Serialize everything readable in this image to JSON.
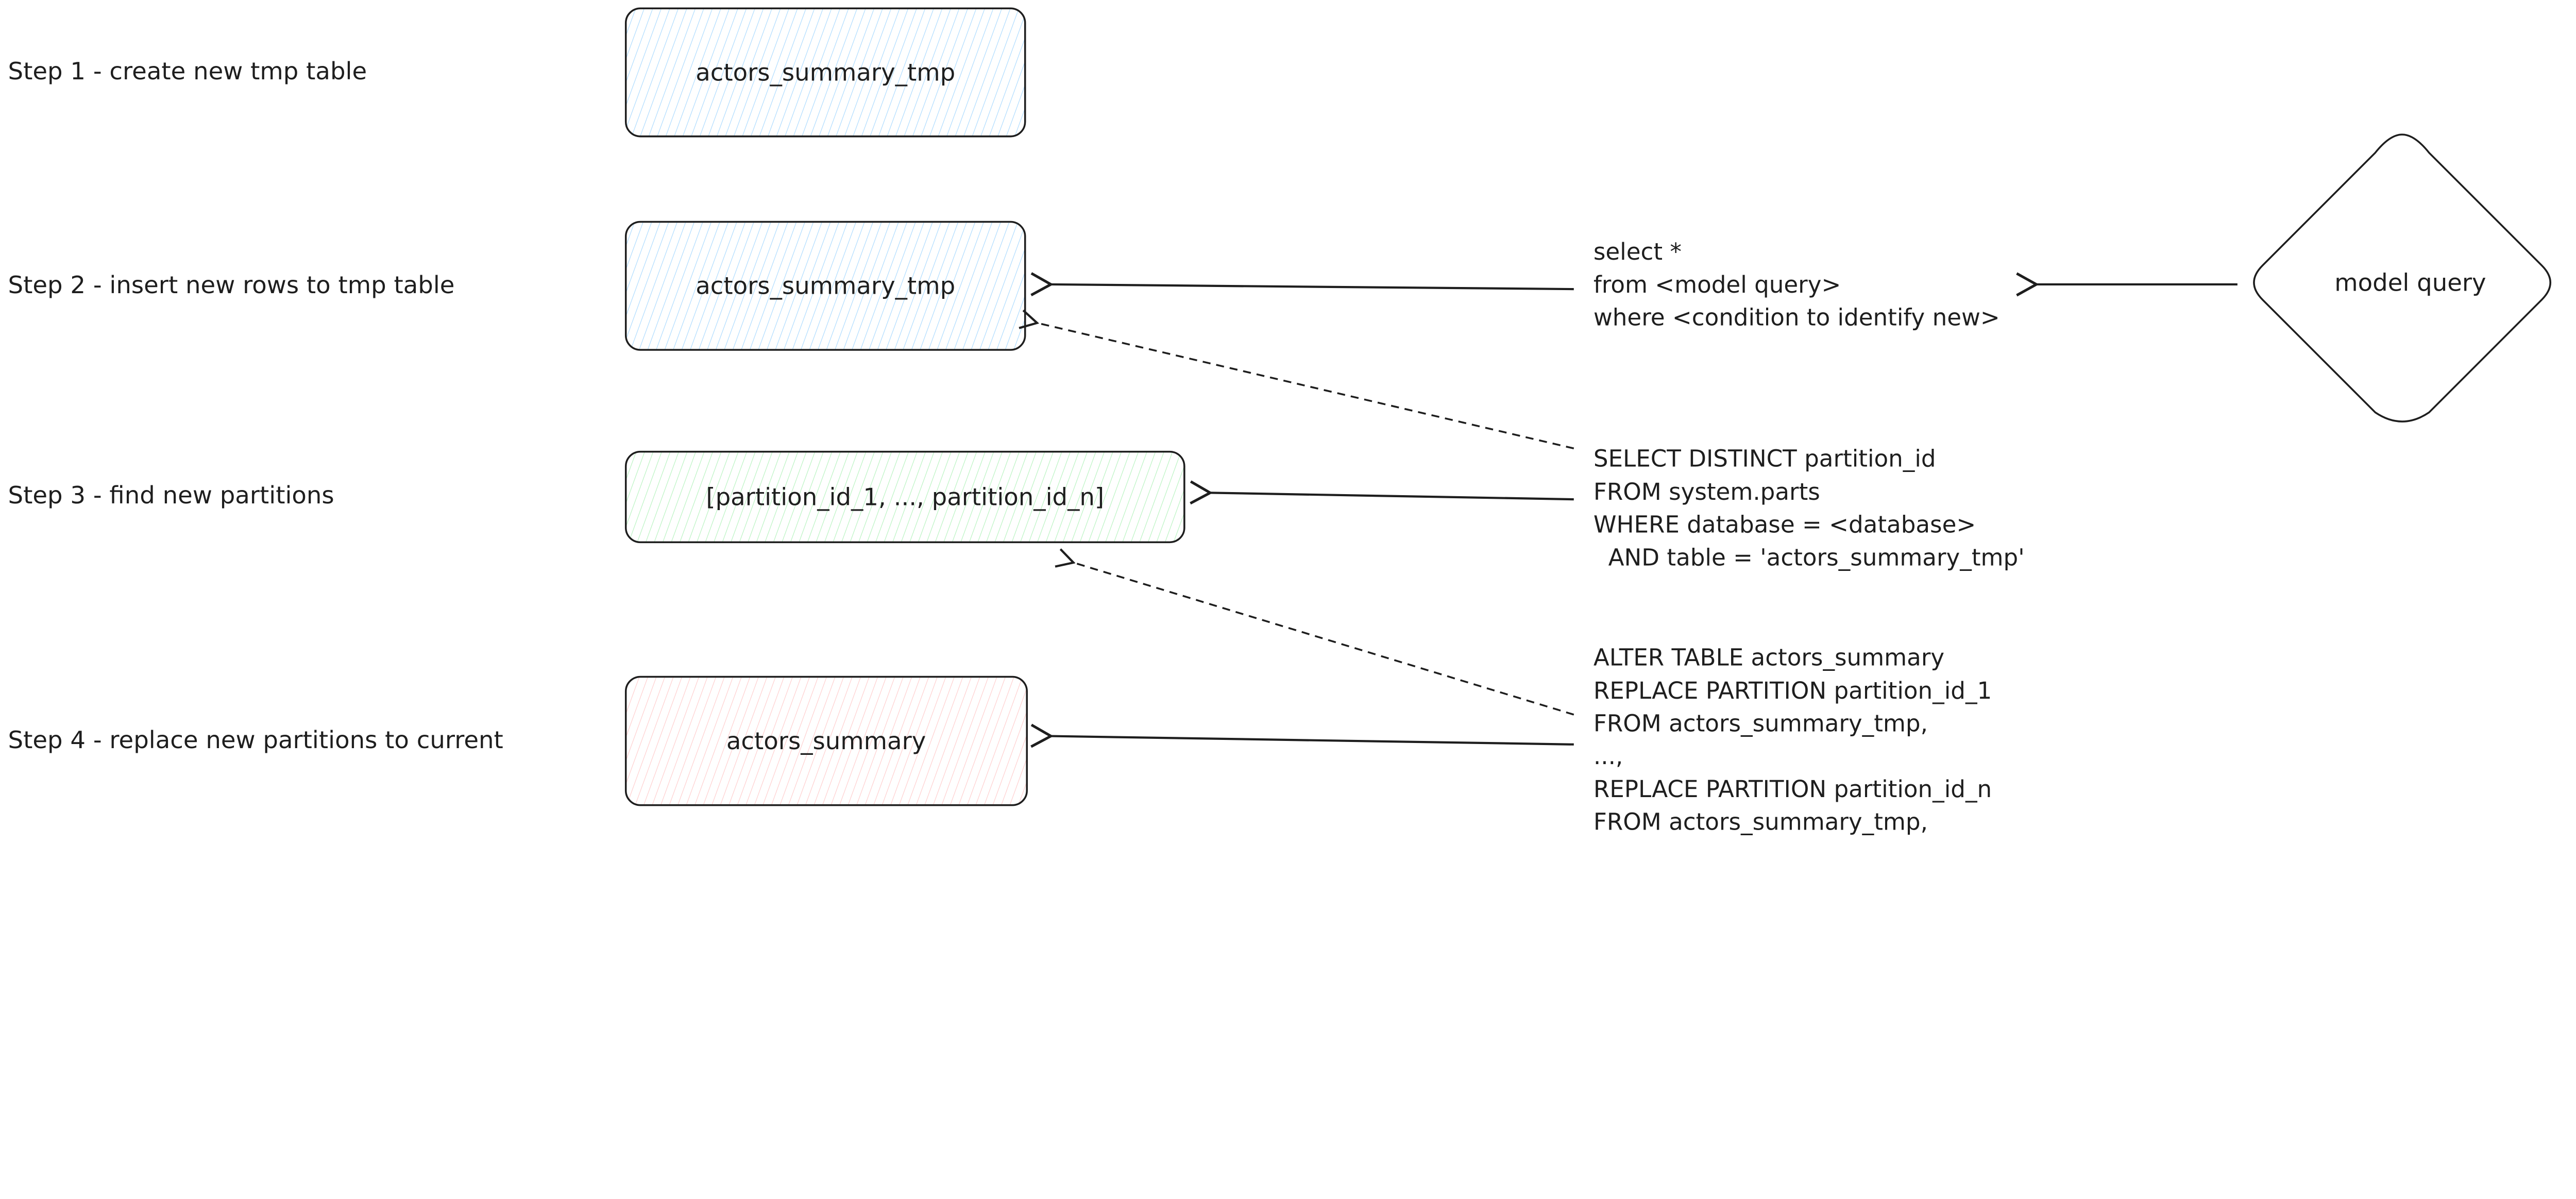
{
  "steps": [
    {
      "label": "Step 1 - create new tmp table",
      "box": "actors_summary_tmp",
      "fill": "#a5d8ff"
    },
    {
      "label": "Step 2 - insert new rows to tmp table",
      "box": "actors_summary_tmp",
      "fill": "#a5d8ff"
    },
    {
      "label": "Step 3 - find new partitions",
      "box": "[partition_id_1, ..., partition_id_n]",
      "fill": "#b2f2bb"
    },
    {
      "label": "Step 4 - replace new partitions to current",
      "box": "actors_summary",
      "fill": "#ffc9c9"
    }
  ],
  "model_query": {
    "label": "model query"
  },
  "queries": {
    "insert": [
      "select *",
      "from <model query>",
      "where <condition to identify new>"
    ],
    "partitions": [
      "SELECT DISTINCT partition_id",
      "FROM system.parts",
      "WHERE database = <database>",
      "  AND table = 'actors_summary_tmp'"
    ],
    "replace": [
      "ALTER TABLE actors_summary",
      "REPLACE PARTITION partition_id_1",
      "FROM actors_summary_tmp,",
      "...,",
      "REPLACE PARTITION partition_id_n",
      "FROM actors_summary_tmp,"
    ]
  }
}
